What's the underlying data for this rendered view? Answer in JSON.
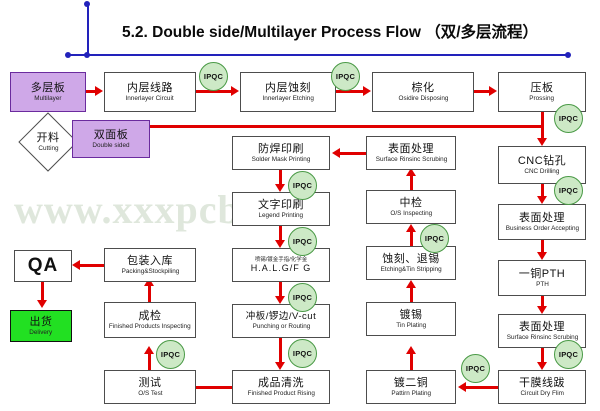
{
  "title": "5.2. Double side/Multilayer Process Flow （双/多层流程）",
  "watermark": "www.xxxpcb.cn",
  "badge_label": "IPQC",
  "qa_label": "QA",
  "nodes": {
    "multilayer": {
      "cn": "多层板",
      "en": "Multilayer"
    },
    "cutting": {
      "cn": "开料",
      "en": "Cutting"
    },
    "double_sided": {
      "cn": "双面板",
      "en": "Double sided"
    },
    "innerlayer_circuit": {
      "cn": "内层线路",
      "en": "Innerlayer Circuit"
    },
    "innerlayer_etching": {
      "cn": "内层蚀刻",
      "en": "Innerlayer Etching"
    },
    "oxide": {
      "cn": "棕化",
      "en": "Osidire Disposing"
    },
    "pressing": {
      "cn": "压板",
      "en": "Prossing"
    },
    "cnc_drilling": {
      "cn": "CNC钻孔",
      "en": "CNC Drilling"
    },
    "surface_business": {
      "cn": "表面处理",
      "en": "Business Order Accepting"
    },
    "pth": {
      "cn": "一铜PTH",
      "en": "PTH"
    },
    "surface_rinsing_r": {
      "cn": "表面处理",
      "en": "Surface Rinsinc Scrubing"
    },
    "dry_film": {
      "cn": "干膜线跋",
      "en": "Circuit Dry Flim"
    },
    "pattern_plating": {
      "cn": "镀二铜",
      "en": "Pattirn Plating"
    },
    "tin_plating": {
      "cn": "镀锡",
      "en": "Tin Plating"
    },
    "etch_strip": {
      "cn": "蚀刻、退锡",
      "en": "Etching&Tin Stripping"
    },
    "os_inspecting": {
      "cn": "中检",
      "en": "O/S Inspecting"
    },
    "surface_rinsing_m": {
      "cn": "表面处理",
      "en": "Surface Rinsinc Scrubing"
    },
    "solder_mask": {
      "cn": "防焊印刷",
      "en": "Solder Mask Printing"
    },
    "legend_printing": {
      "cn": "文字印刷",
      "en": "Legend Printing"
    },
    "halg": {
      "cn": "喷锡/镀金手指/化学金",
      "en": "H.A.L.G/F G"
    },
    "punching": {
      "cn": "冲板/锣边/V-cut",
      "en": "Punching or Routing"
    },
    "final_rinse": {
      "cn": "成品清洗",
      "en": "Finished Product Rising"
    },
    "os_test": {
      "cn": "测试",
      "en": "O/S Test"
    },
    "final_inspect": {
      "cn": "成检",
      "en": "Finished Products Inspecting"
    },
    "packing": {
      "cn": "包装入库",
      "en": "Packing&Stockpiling"
    },
    "qa": {
      "cn": "QA",
      "en": ""
    },
    "delivery": {
      "cn": "出货",
      "en": "Delivery"
    }
  },
  "colors": {
    "arrow_red": "#e00000",
    "badge_green_fill": "#cde9c6",
    "badge_green_border": "#4a9a46",
    "purple_fill": "#cfa8e8",
    "purple_border": "#6b2b9e",
    "delivery_green": "#22e022",
    "title_blue_line": "#2222bb",
    "box_border": "#4d4d4d"
  }
}
